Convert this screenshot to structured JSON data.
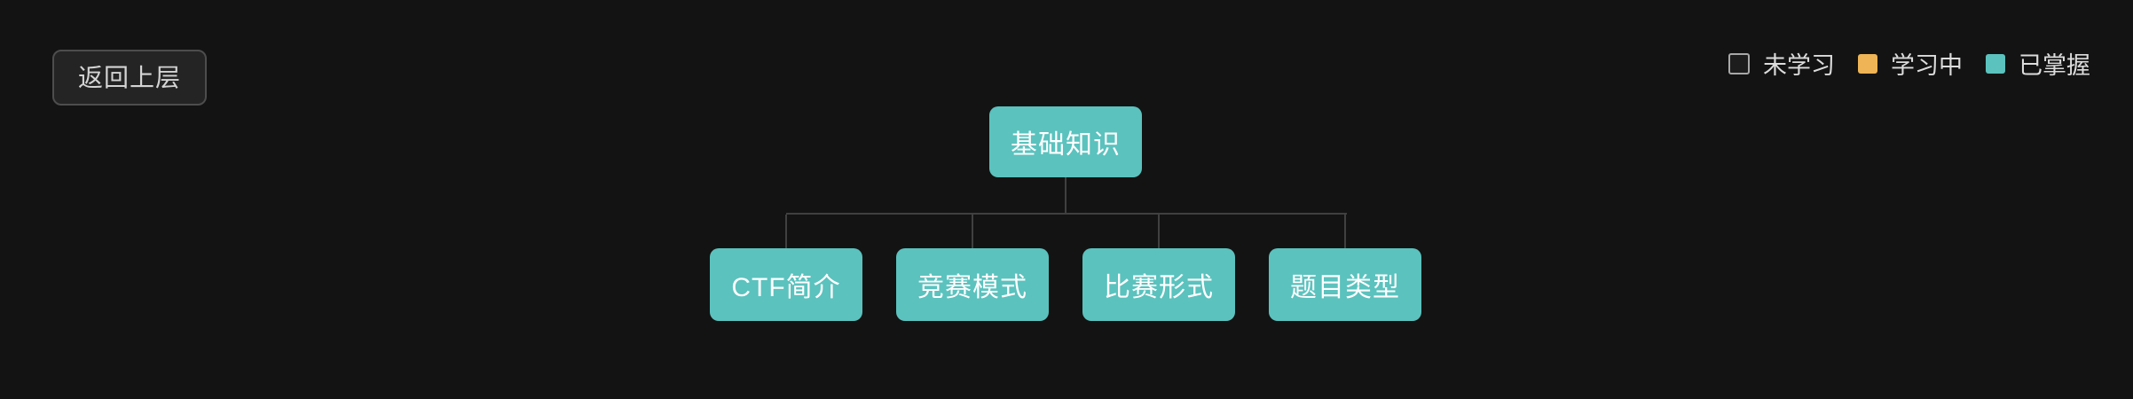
{
  "page": {
    "background_color": "#131313"
  },
  "toolbar": {
    "back_button_label": "返回上层"
  },
  "legend": {
    "items": [
      {
        "id": "not-learned",
        "label": "未学习",
        "swatch_color": "#1d1d1d",
        "swatch_border_color": "#a8a8a8"
      },
      {
        "id": "learning",
        "label": "学习中",
        "swatch_color": "#eeb455"
      },
      {
        "id": "mastered",
        "label": "已掌握",
        "swatch_color": "#5bc2be"
      }
    ]
  },
  "tree": {
    "root": {
      "label": "基础知识",
      "status": "mastered",
      "color": "#5bc2be"
    },
    "children": [
      {
        "label": "CTF简介",
        "status": "mastered",
        "color": "#5bc2be"
      },
      {
        "label": "竞赛模式",
        "status": "mastered",
        "color": "#5bc2be"
      },
      {
        "label": "比赛形式",
        "status": "mastered",
        "color": "#5bc2be"
      },
      {
        "label": "题目类型",
        "status": "mastered",
        "color": "#5bc2be"
      }
    ]
  },
  "status_colors": {
    "not_learned_border": "#a8a8a8",
    "learning": "#eeb455",
    "mastered": "#5bc2be",
    "connector": "#404040"
  }
}
